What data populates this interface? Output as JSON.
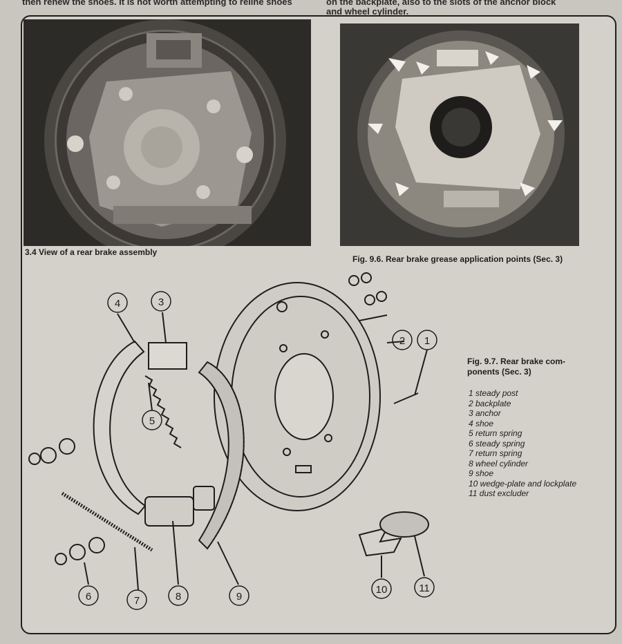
{
  "top_text": {
    "left": "then renew the shoes. It is not worth attempting to reline shoes",
    "right_line1": "on the backplate, also to the slots of the anchor block",
    "right_line2": "and wheel cylinder."
  },
  "photos": {
    "photo1_caption": "3.4 View of a rear brake assembly",
    "photo2_caption": "Fig. 9.6. Rear brake grease application points (Sec. 3)"
  },
  "figure": {
    "caption_line1": "Fig. 9.7. Rear brake com-",
    "caption_line2": "ponents (Sec. 3)",
    "callouts": [
      "1",
      "2",
      "3",
      "4",
      "5",
      "6",
      "7",
      "8",
      "9",
      "10",
      "11"
    ],
    "legend": [
      "1 steady post",
      "2 backplate",
      "3 anchor",
      "4 shoe",
      "5 return spring",
      "6 steady spring",
      "7 return spring",
      "8 wheel cylinder",
      "9 shoe",
      "10 wedge-plate and lockplate",
      "11 dust excluder"
    ]
  }
}
